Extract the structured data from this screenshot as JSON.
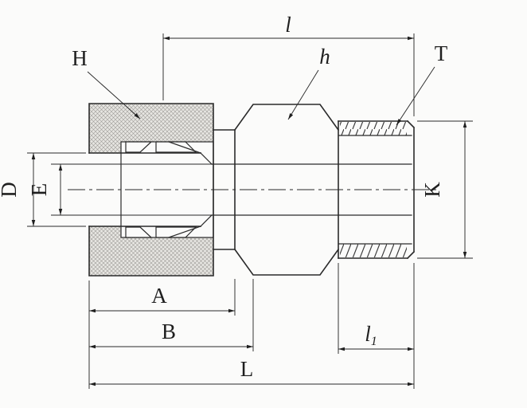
{
  "labels": {
    "l": "l",
    "H": "H",
    "h": "h",
    "T": "T",
    "D": "D",
    "E": "E",
    "K": "K",
    "A": "A",
    "B": "B",
    "L": "L",
    "l1_base": "l",
    "l1_sub": "1"
  },
  "colors": {
    "line": "#2a2a2a",
    "background": "#fbfbfa",
    "hatch": "#9c9a96"
  }
}
